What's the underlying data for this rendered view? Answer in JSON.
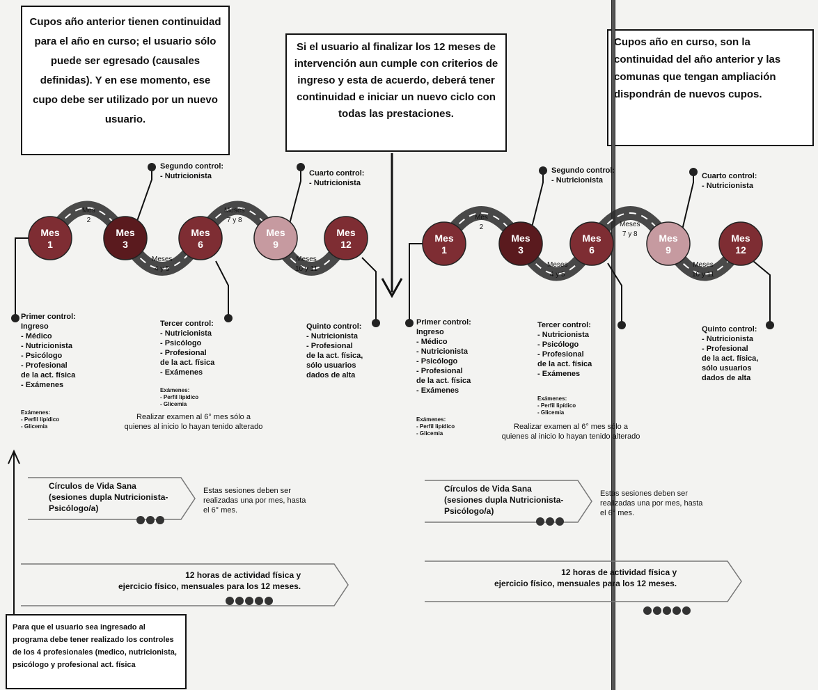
{
  "top_left_note": "Cupos año anterior tienen continuidad para el año en curso; el usuario sólo puede ser egresado (causales definidas). Y en ese momento, ese cupo debe ser utilizado por un nuevo usuario.",
  "top_center_note": "Si el usuario al finalizar los 12 meses de intervención aun cumple con criterios de ingreso y esta de acuerdo, deberá tener continuidad e iniciar un nuevo ciclo con todas las prestaciones.",
  "top_right_note": "Cupos año en curso, son la continuidad del año anterior y las comunas que tengan ampliación dispondrán de nuevos cupos.",
  "bottom_left_note": "Para que el usuario sea ingresado al programa debe tener realizado los controles de los 4 profesionales (medico, nutricionista, psicólogo y profesional act. física",
  "months": [
    "Mes\n1",
    "Mes\n3",
    "Mes\n6",
    "Mes\n9",
    "Mes\n12"
  ],
  "arc_labels": [
    "Mes\n2",
    "Meses\n4 y 5",
    "Meses\n7 y 8",
    "Meses\n10 y 11"
  ],
  "controls": {
    "primer": "Primer control:\nIngreso\n- Médico\n- Nutricionista\n- Psicólogo\n- Profesional\n  de la act. física\n- Exámenes",
    "primer_sub": "Exámenes:\n- Perfil lipídico\n- Glicemia",
    "segundo": "Segundo control:\n- Nutricionista",
    "tercer": "Tercer control:\n- Nutricionista\n- Psicólogo\n- Profesional\n  de la act. física\n- Exámenes",
    "tercer_sub": "Exámenes:\n- Perfil lipídico\n- Glicemia",
    "tercer_note": "Realizar examen al 6° mes sólo a quienes al inicio lo hayan tenido alterado",
    "cuarto": "Cuarto control:\n- Nutricionista",
    "quinto": "Quinto control:\n- Nutricionista\n- Profesional\n  de la act. física,\n  sólo usuarios\n  dados de alta"
  },
  "circulos": "Círculos de Vida Sana\n(sesiones dupla Nutricionista-\nPsicólogo/a)",
  "circulos_note": "Estas sesiones deben ser\nrealizadas una por mes, hasta\nel 6° mes.",
  "actividad": "12 horas de actividad física y\nejercicio físico, mensuales para los 12 meses.",
  "colors": {
    "dark_red": "#5a1a1e",
    "mid_red": "#7e2d33",
    "pink": "#c69aa0",
    "road": "#2b2b2b"
  }
}
